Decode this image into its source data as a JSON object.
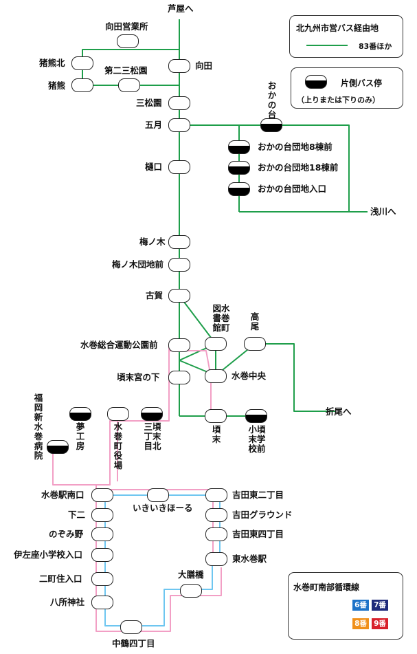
{
  "colors": {
    "city_bus_line": "#1e9e4a",
    "loop_line_6_7": "#6ec6f0",
    "loop_line_8_9": "#f29fc5",
    "badge_6": "#1e73c8",
    "badge_7": "#1f2a7a",
    "badge_8": "#f0901a",
    "badge_9": "#d8202a"
  },
  "directions": {
    "ashiya": "芦屋へ",
    "asakawa": "浅川へ",
    "orio": "折尾へ"
  },
  "stops": {
    "mukaida_office": "向田営業所",
    "inokuma_kita": "猪熊北",
    "inokuma": "猪熊",
    "daini_sanshoen": "第二三松園",
    "mukaida": "向田",
    "sanshoen": "三松園",
    "gogatsu": "五月",
    "okanodai": "おかの台",
    "okanodai_8": "おかの台団地8棟前",
    "okanodai_18": "おかの台団地18棟前",
    "okanodai_entrance": "おかの台団地入口",
    "higuchi": "樋口",
    "umenoki": "梅ノ木",
    "umenoki_danchi": "梅ノ木団地前",
    "koga": "古賀",
    "library": "図水書巻館町",
    "takao": "高尾",
    "sports_park": "水巻総合運動公園前",
    "komatsu_center": "水巻中央",
    "kosue_miyanoshita": "頃末宮の下",
    "fukuoka_hospital": "福岡新水巻病院",
    "yume_kobo": "夢工房",
    "town_hall": "水巻町役場",
    "sancho_kita": "三頃丁末目北",
    "kosue": "頃末",
    "kosue_school": "小頃末学校前",
    "station_south": "水巻駅南口",
    "ikiiki_hall": "いきいきほーる",
    "yoshida_higashi_2": "吉田東二丁目",
    "shimoni": "下二",
    "nozomino": "のぞみ野",
    "yoshida_ground": "吉田グラウンド",
    "yoshida_higashi_4": "吉田東四丁目",
    "izaza_school": "伊左座小学校入口",
    "higashi_station": "東水巻駅",
    "nicho_sumi": "二町住入口",
    "ozeki": "大膳橋",
    "hassho_shrine": "八所神社",
    "nakazuru_4": "中鶴四丁目"
  },
  "legend_city": {
    "title": "北九州市営バス経由地",
    "route_label": "83番ほか"
  },
  "legend_oneside": {
    "title": "片側バス停",
    "note": "（上りまたは下りのみ）"
  },
  "legend_loop": {
    "title": "水巻町南部循環線",
    "b6": "6番",
    "b7": "7番",
    "b8": "8番",
    "b9": "9番"
  }
}
